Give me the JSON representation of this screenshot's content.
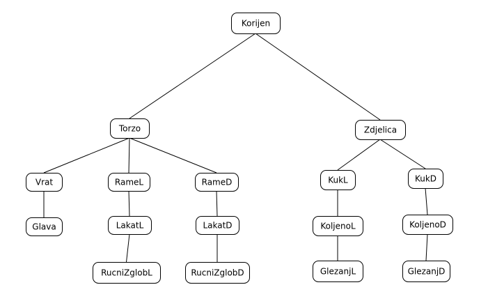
{
  "diagram": {
    "type": "tree",
    "colors": {
      "background": "#ffffff",
      "stroke": "#000000",
      "text": "#000000"
    },
    "nodes": [
      {
        "id": "korijen",
        "label": "Korijen"
      },
      {
        "id": "torzo",
        "label": "Torzo"
      },
      {
        "id": "zdjelica",
        "label": "Zdjelica"
      },
      {
        "id": "vrat",
        "label": "Vrat"
      },
      {
        "id": "ramel",
        "label": "RameL"
      },
      {
        "id": "ramed",
        "label": "RameD"
      },
      {
        "id": "glava",
        "label": "Glava"
      },
      {
        "id": "lakatl",
        "label": "LakatL"
      },
      {
        "id": "lakatd",
        "label": "LakatD"
      },
      {
        "id": "rucnizglobl",
        "label": "RucniZglobL"
      },
      {
        "id": "rucnizglobd",
        "label": "RucniZglobD"
      },
      {
        "id": "kukl",
        "label": "KukL"
      },
      {
        "id": "kukd",
        "label": "KukD"
      },
      {
        "id": "koljenol",
        "label": "KoljenoL"
      },
      {
        "id": "koljenod",
        "label": "KoljenoD"
      },
      {
        "id": "glezanjl",
        "label": "GlezanjL"
      },
      {
        "id": "glezanjd",
        "label": "GlezanjD"
      }
    ],
    "edges": [
      [
        "korijen",
        "torzo"
      ],
      [
        "korijen",
        "zdjelica"
      ],
      [
        "torzo",
        "vrat"
      ],
      [
        "torzo",
        "ramel"
      ],
      [
        "torzo",
        "ramed"
      ],
      [
        "vrat",
        "glava"
      ],
      [
        "ramel",
        "lakatl"
      ],
      [
        "lakatl",
        "rucnizglobl"
      ],
      [
        "ramed",
        "lakatd"
      ],
      [
        "lakatd",
        "rucnizglobd"
      ],
      [
        "zdjelica",
        "kukl"
      ],
      [
        "zdjelica",
        "kukd"
      ],
      [
        "kukl",
        "koljenol"
      ],
      [
        "koljenol",
        "glezanjl"
      ],
      [
        "kukd",
        "koljenod"
      ],
      [
        "koljenod",
        "glezanjd"
      ]
    ]
  }
}
